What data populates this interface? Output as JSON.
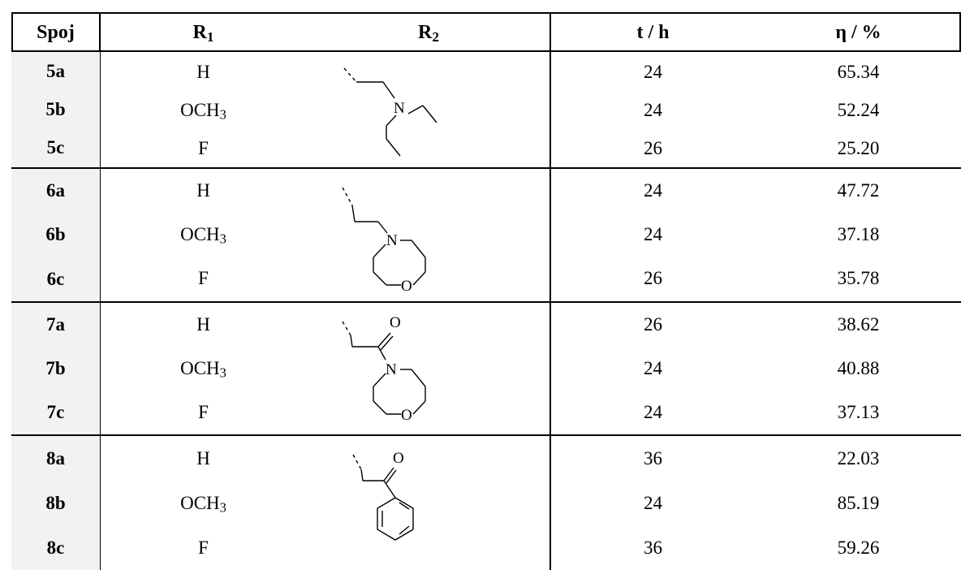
{
  "table": {
    "headers": {
      "compound": "Spoj",
      "r1_main": "R",
      "r1_sub": "1",
      "r2_main": "R",
      "r2_sub": "2",
      "time": "t / h",
      "yield": "η / %"
    },
    "groups": [
      {
        "r2_label": "N",
        "r2_label2": "",
        "rows": [
          {
            "id": "5a",
            "r1_main": "H",
            "r1_sub": "",
            "t": "24",
            "yield": "65.34"
          },
          {
            "id": "5b",
            "r1_main": "OCH",
            "r1_sub": "3",
            "t": "24",
            "yield": "52.24"
          },
          {
            "id": "5c",
            "r1_main": "F",
            "r1_sub": "",
            "t": "26",
            "yield": "25.20"
          }
        ]
      },
      {
        "r2_label": "N",
        "r2_label2": "O",
        "rows": [
          {
            "id": "6a",
            "r1_main": "H",
            "r1_sub": "",
            "t": "24",
            "yield": "47.72"
          },
          {
            "id": "6b",
            "r1_main": "OCH",
            "r1_sub": "3",
            "t": "24",
            "yield": "37.18"
          },
          {
            "id": "6c",
            "r1_main": "F",
            "r1_sub": "",
            "t": "26",
            "yield": "35.78"
          }
        ]
      },
      {
        "r2_label": "N",
        "r2_label2": "O",
        "r2_label3": "O",
        "rows": [
          {
            "id": "7a",
            "r1_main": "H",
            "r1_sub": "",
            "t": "26",
            "yield": "38.62"
          },
          {
            "id": "7b",
            "r1_main": "OCH",
            "r1_sub": "3",
            "t": "24",
            "yield": "40.88"
          },
          {
            "id": "7c",
            "r1_main": "F",
            "r1_sub": "",
            "t": "24",
            "yield": "37.13"
          }
        ]
      },
      {
        "r2_label": "O",
        "rows": [
          {
            "id": "8a",
            "r1_main": "H",
            "r1_sub": "",
            "t": "36",
            "yield": "22.03"
          },
          {
            "id": "8b",
            "r1_main": "OCH",
            "r1_sub": "3",
            "t": "24",
            "yield": "85.19"
          },
          {
            "id": "8c",
            "r1_main": "F",
            "r1_sub": "",
            "t": "36",
            "yield": "59.26"
          }
        ]
      }
    ]
  }
}
